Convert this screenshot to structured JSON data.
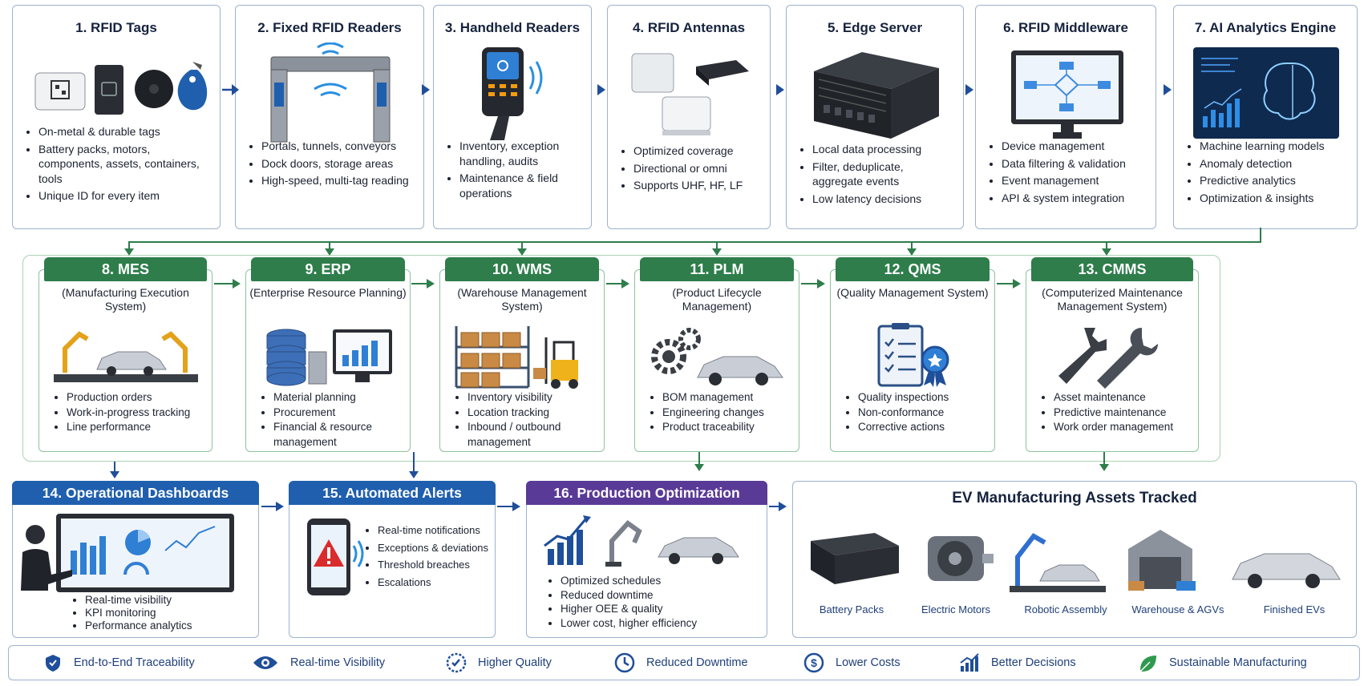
{
  "row1": [
    {
      "title": "1. RFID Tags",
      "bullets": [
        "On-metal & durable tags",
        "Battery packs, motors, components, assets, containers, tools",
        "Unique ID for every item"
      ]
    },
    {
      "title": "2. Fixed RFID Readers",
      "bullets": [
        "Portals, tunnels, conveyors",
        "Dock doors, storage areas",
        "High-speed, multi-tag reading"
      ]
    },
    {
      "title": "3. Handheld Readers",
      "bullets": [
        "Inventory, exception handling, audits",
        "Maintenance & field operations"
      ]
    },
    {
      "title": "4. RFID Antennas",
      "bullets": [
        "Optimized coverage",
        "Directional or omni",
        "Supports UHF, HF, LF"
      ]
    },
    {
      "title": "5. Edge Server",
      "bullets": [
        "Local data processing",
        "Filter, deduplicate, aggregate events",
        "Low latency decisions"
      ]
    },
    {
      "title": "6. RFID Middleware",
      "bullets": [
        "Device management",
        "Data filtering & validation",
        "Event management",
        "API & system integration"
      ]
    },
    {
      "title": "7. AI Analytics Engine",
      "bullets": [
        "Machine learning models",
        "Anomaly detection",
        "Predictive analytics",
        "Optimization & insights"
      ]
    }
  ],
  "row2": [
    {
      "title": "8. MES",
      "subtitle": "(Manufacturing Execution System)",
      "bullets": [
        "Production orders",
        "Work-in-progress tracking",
        "Line performance"
      ]
    },
    {
      "title": "9. ERP",
      "subtitle": "(Enterprise Resource Planning)",
      "bullets": [
        "Material planning",
        "Procurement",
        "Financial & resource management"
      ]
    },
    {
      "title": "10. WMS",
      "subtitle": "(Warehouse Management System)",
      "bullets": [
        "Inventory visibility",
        "Location tracking",
        "Inbound / outbound management"
      ]
    },
    {
      "title": "11. PLM",
      "subtitle": "(Product Lifecycle Management)",
      "bullets": [
        "BOM management",
        "Engineering changes",
        "Product traceability"
      ]
    },
    {
      "title": "12. QMS",
      "subtitle": "(Quality Management System)",
      "bullets": [
        "Quality inspections",
        "Non-conformance",
        "Corrective actions"
      ]
    },
    {
      "title": "13. CMMS",
      "subtitle": "(Computerized Maintenance Management System)",
      "bullets": [
        "Asset maintenance",
        "Predictive maintenance",
        "Work order management"
      ]
    }
  ],
  "row3": [
    {
      "title": "14. Operational Dashboards",
      "color": "#1f5fae",
      "bullets": [
        "Real-time visibility",
        "KPI monitoring",
        "Performance analytics"
      ]
    },
    {
      "title": "15. Automated Alerts",
      "color": "#1f5fae",
      "bullets": [
        "Real-time notifications",
        "Exceptions & deviations",
        "Threshold breaches",
        "Escalations"
      ]
    },
    {
      "title": "16. Production Optimization",
      "color": "#5a3a97",
      "bullets": [
        "Optimized schedules",
        "Reduced downtime",
        "Higher OEE & quality",
        "Lower cost, higher efficiency"
      ]
    }
  ],
  "assets": {
    "title": "EV Manufacturing Assets Tracked",
    "items": [
      "Battery Packs",
      "Electric Motors",
      "Robotic Assembly",
      "Warehouse & AGVs",
      "Finished EVs"
    ]
  },
  "benefits": [
    "End-to-End Traceability",
    "Real-time Visibility",
    "Higher Quality",
    "Reduced Downtime",
    "Lower Costs",
    "Better Decisions",
    "Sustainable Manufacturing"
  ],
  "colors": {
    "navy": "#1f4e9a",
    "green": "#2e7d4b",
    "purple": "#5a3a97",
    "blue": "#1f5fae"
  }
}
